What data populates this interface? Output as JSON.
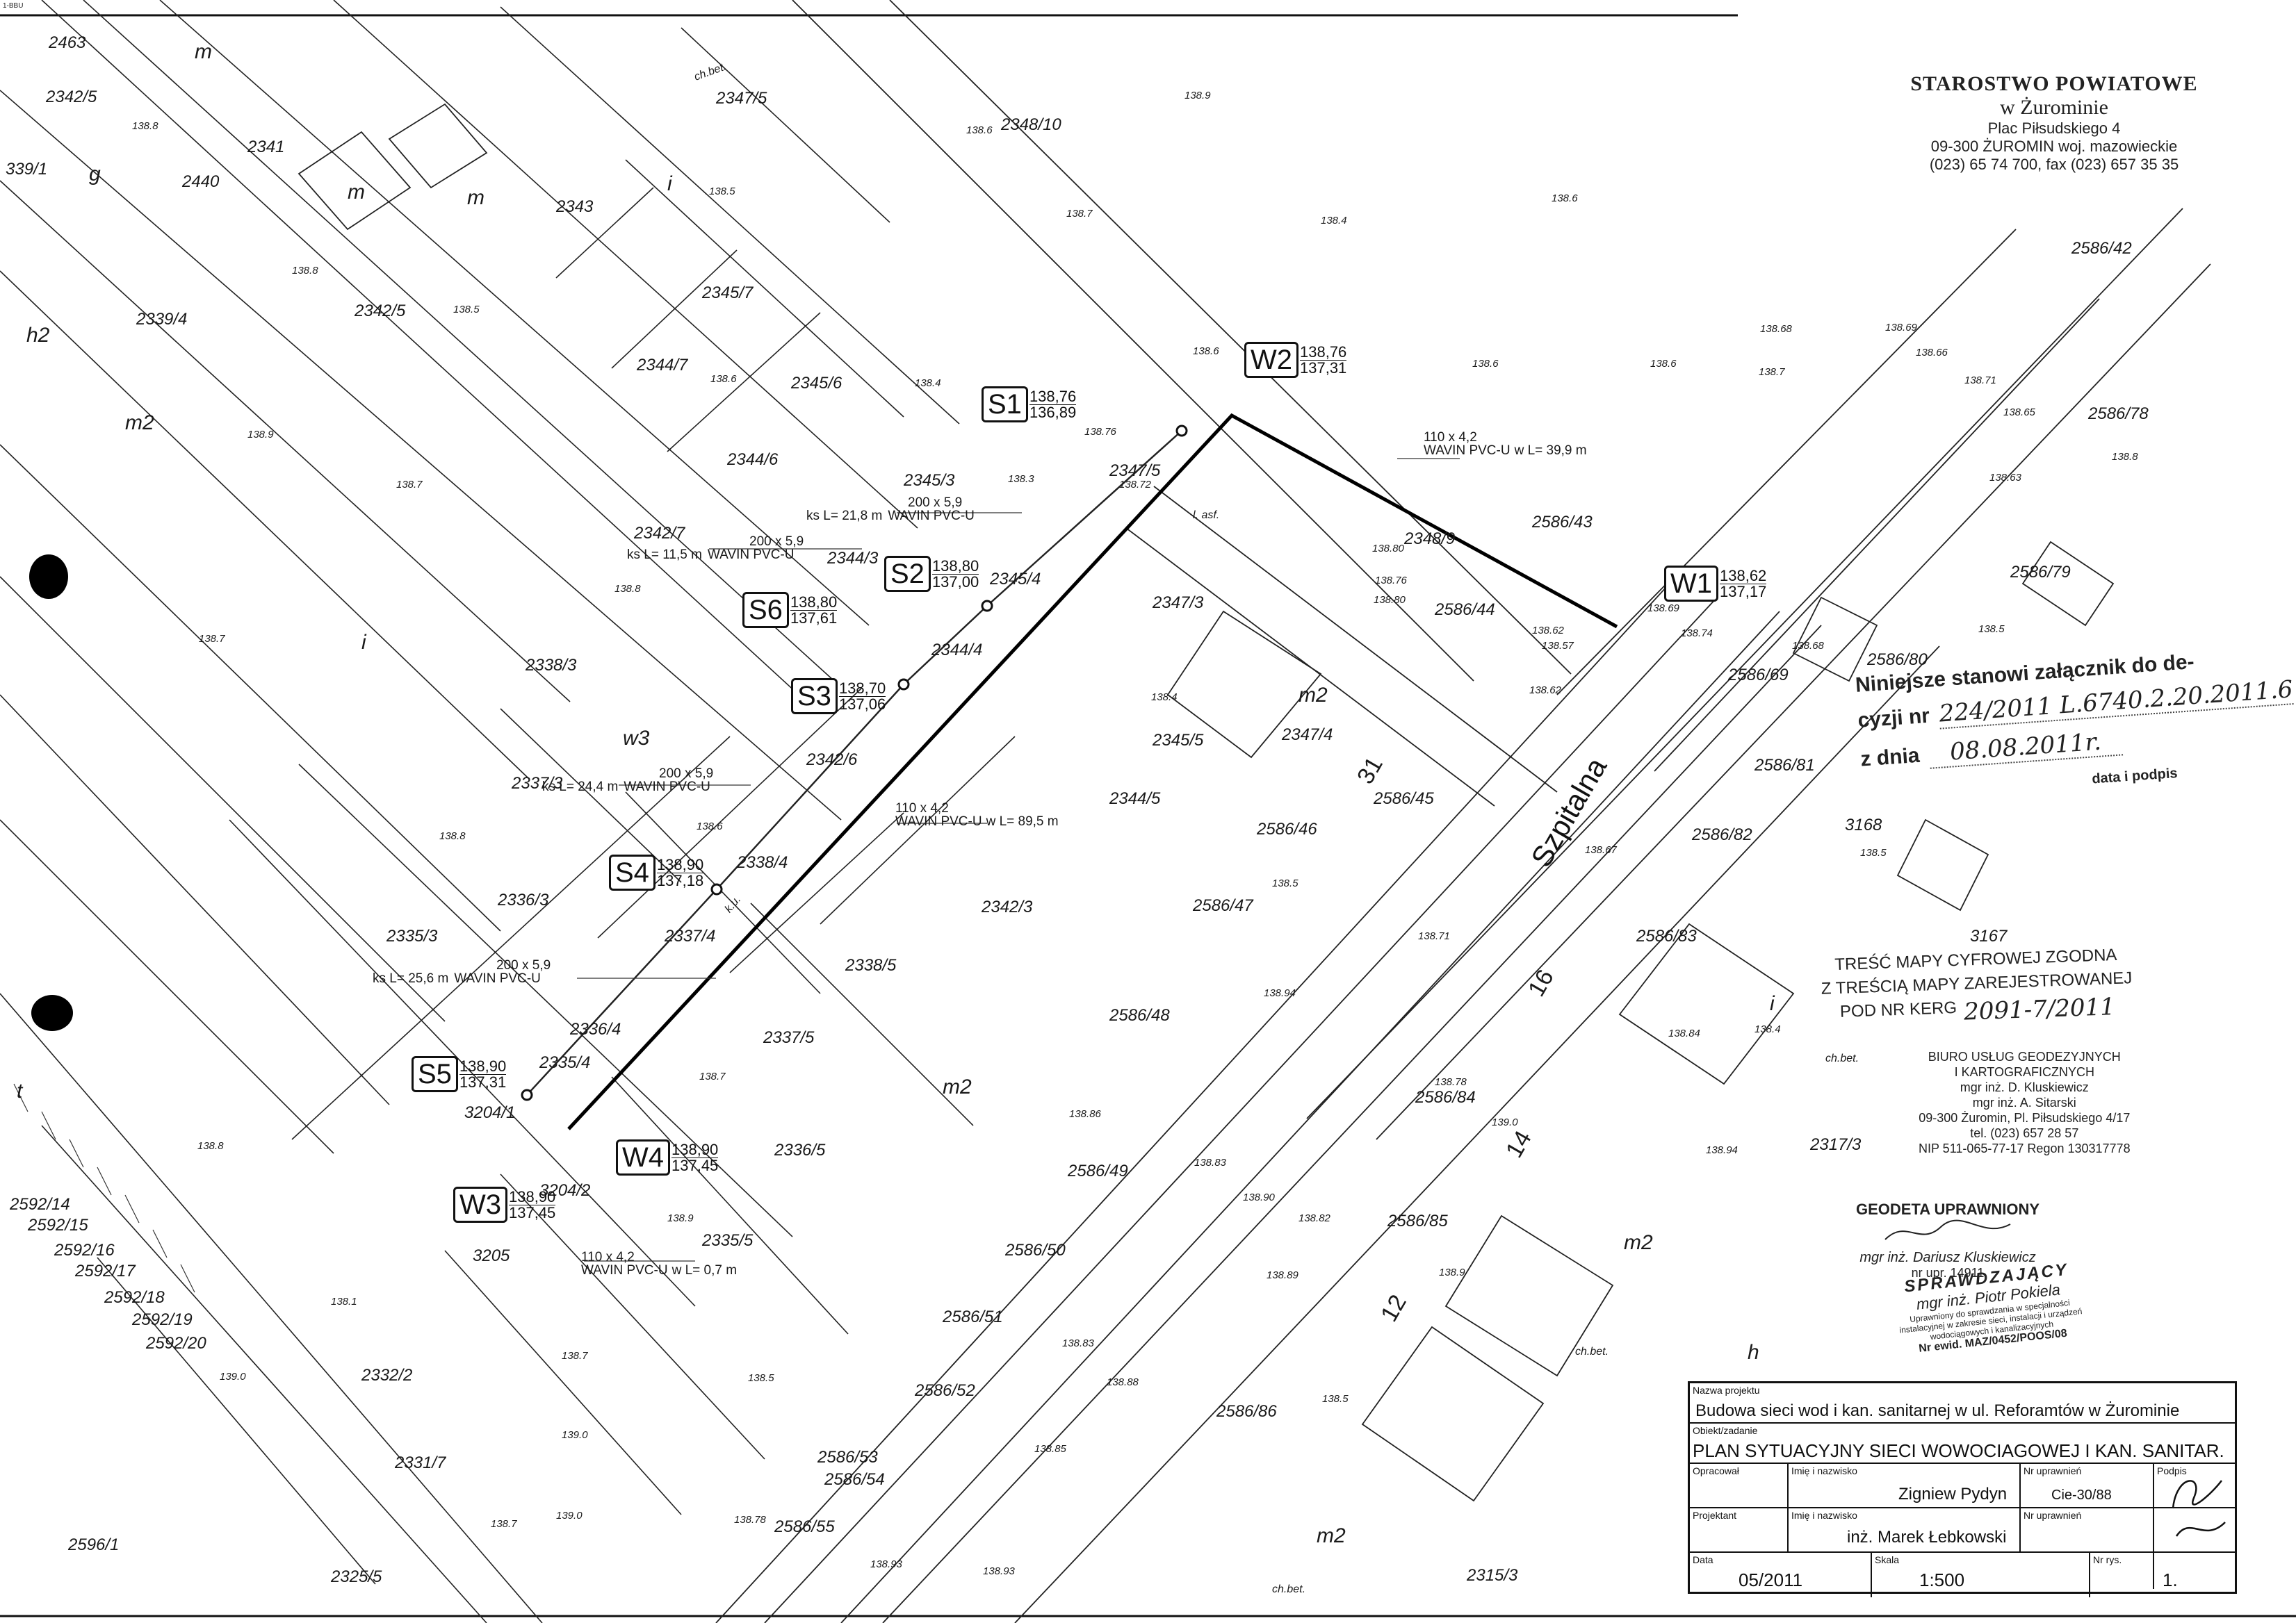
{
  "sheet_corner": "1-BBU",
  "parcels": {
    "p2463": "2463",
    "p2342_5a": "2342/5",
    "p2341": "2341",
    "p2440": "2440",
    "p339_1": "339/1",
    "p2343": "2343",
    "p2339_4": "2339/4",
    "p2342_5b": "2342/5",
    "p2345_7": "2345/7",
    "p2347_5a": "2347/5",
    "p2348_10": "2348/10",
    "p2344_7": "2344/7",
    "p2345_6": "2345/6",
    "p2344_6": "2344/6",
    "p2345_3": "2345/3",
    "p2347_5b": "2347/5",
    "p2342_7": "2342/7",
    "p2344_3": "2344/3",
    "p2345_4": "2345/4",
    "p2344_4": "2344/4",
    "p2338_3": "2338/3",
    "p2342_6": "2342/6",
    "p2337_3": "2337/3",
    "p2338_4": "2338/4",
    "p2336_3": "2336/3",
    "p2337_4": "2337/4",
    "p2335_3": "2335/3",
    "p2336_4": "2336/4",
    "p2335_4": "2335/4",
    "p3204_1": "3204/1",
    "p3204_2": "3204/2",
    "p3205": "3205",
    "p2332_2": "2332/2",
    "p2331_7": "2331/7",
    "p2325_5": "2325/5",
    "p2596_1": "2596/1",
    "p2592_14": "2592/14",
    "p2592_15": "2592/15",
    "p2592_16": "2592/16",
    "p2592_17": "2592/17",
    "p2592_18": "2592/18",
    "p2592_19": "2592/19",
    "p2592_20": "2592/20",
    "p2347_3": "2347/3",
    "p2348_9": "2348/9",
    "p2586_43": "2586/43",
    "p2586_44": "2586/44",
    "p2345_5": "2345/5",
    "p2347_4": "2347/4",
    "p2344_5": "2344/5",
    "p2342_3": "2342/3",
    "p2338_5": "2338/5",
    "p2337_5": "2337/5",
    "p2336_5": "2336/5",
    "p2335_5": "2335/5",
    "p2586_45": "2586/45",
    "p2586_46": "2586/46",
    "p2586_47": "2586/47",
    "p2586_48": "2586/48",
    "p2586_49": "2586/49",
    "p2586_50": "2586/50",
    "p2586_51": "2586/51",
    "p2586_52": "2586/52",
    "p2586_53": "2586/53",
    "p2586_54": "2586/54",
    "p2586_55": "2586/55",
    "p2586_84": "2586/84",
    "p2586_85": "2586/85",
    "p2586_86": "2586/86",
    "p2586_42": "2586/42",
    "p2586_78": "2586/78",
    "p2586_79": "2586/79",
    "p2586_80": "2586/80",
    "p2586_69": "2586/69",
    "p2586_81": "2586/81",
    "p2586_82": "2586/82",
    "p2586_83": "2586/83",
    "p2317_3": "2317/3",
    "p2315_3": "2315/3",
    "p3168": "3168",
    "p3167": "3167"
  },
  "land_use": {
    "m1": "m",
    "m2": "m",
    "m3": "m",
    "m2a": "m2",
    "m2b": "m2",
    "m2c": "m2",
    "m2d": "m2",
    "m2e": "m2",
    "h2": "h2",
    "w3": "w3",
    "i1": "i",
    "i2": "i",
    "i3": "i",
    "g": "g",
    "h": "h",
    "t": "t"
  },
  "elevations": {
    "e1": "138.8",
    "e2": "138.5",
    "e3": "138.6",
    "e4": "138.9",
    "e5": "138.7",
    "e6": "138.4",
    "e7": "138.3",
    "e8": "138.76",
    "e9": "138.72",
    "e10": "138.68",
    "e11": "138.66",
    "e12": "138.71",
    "e13": "138.65",
    "e14": "138.63",
    "e15": "138.62",
    "e16": "138.57",
    "e17": "138.60",
    "e18": "138.74",
    "e19": "138.67",
    "e20": "138.69",
    "e21": "139.0",
    "e22": "138.1",
    "e23": "138.89",
    "e24": "138.82",
    "e25": "138.83",
    "e26": "138.90",
    "e27": "138.88",
    "e28": "138.85",
    "e29": "138.94",
    "e30": "138.86",
    "e31": "138.78",
    "e32": "138.93",
    "e33": "138.84",
    "e34": "138.91",
    "e35": "138.80"
  },
  "nodes": [
    {
      "id": "W2",
      "top": "138,76",
      "bottom": "137,31"
    },
    {
      "id": "S1",
      "top": "138,76",
      "bottom": "136,89"
    },
    {
      "id": "S2",
      "top": "138,80",
      "bottom": "137,00"
    },
    {
      "id": "S6",
      "top": "138,80",
      "bottom": "137,61"
    },
    {
      "id": "S3",
      "top": "138,70",
      "bottom": "137,06"
    },
    {
      "id": "W1",
      "top": "138,62",
      "bottom": "137,17"
    },
    {
      "id": "S4",
      "top": "138,90",
      "bottom": "137,18"
    },
    {
      "id": "S5",
      "top": "138,90",
      "bottom": "137,31"
    },
    {
      "id": "W4",
      "top": "138,90",
      "bottom": "137,45"
    },
    {
      "id": "W3",
      "top": "138,90",
      "bottom": "137,45"
    }
  ],
  "pipes": [
    {
      "size": "110 x 4,2",
      "material": "WAVIN PVC-U",
      "length": "w L= 39,9 m"
    },
    {
      "size": "200 x 5,9",
      "material": "WAVIN PVC-U",
      "length": "ks L= 21,8 m"
    },
    {
      "size": "200 x 5,9",
      "material": "WAVIN PVC-U",
      "length": "ks L= 11,5 m"
    },
    {
      "size": "200 x 5,9",
      "material": "WAVIN PVC-U",
      "length": "ks L= 24,4 m"
    },
    {
      "size": "110 x 4,2",
      "material": "WAVIN PVC-U",
      "length": "w L= 89,5 m"
    },
    {
      "size": "200 x 5,9",
      "material": "WAVIN PVC-U",
      "length": "ks L= 25,6 m"
    },
    {
      "size": "110 x 4,2",
      "material": "WAVIN PVC-U",
      "length": "w L= 0,7 m"
    }
  ],
  "streets": {
    "szpitalna": "Szpitalna",
    "n31": "31",
    "n16": "16",
    "n14": "14",
    "n12": "12"
  },
  "line_codes": {
    "chbet1": "ch.bet.",
    "chbet2": "ch.bet.",
    "chbet3": "ch.bet.",
    "chbet4": "ch.bet.",
    "lasf": "l. asf.",
    "ku": "k.u."
  },
  "stamp_starostwo": {
    "line1": "STAROSTWO POWIATOWE",
    "line2": "w Żurominie",
    "line3": "Plac Piłsudskiego 4",
    "line4": "09-300 ŻUROMIN woj. mazowieckie",
    "line5": "(023) 65 74 700, fax (023) 657 35 35"
  },
  "attachment_note": {
    "line1": "Niniejsze stanowi załącznik do de-",
    "line2_prefix": "cyzji nr",
    "line2_hand": "224/2011 L.6740.2.20.2011.6",
    "line3_prefix": "z dnia",
    "line3_hand": "08.08.2011r.",
    "caption": "data i podpis"
  },
  "stamp_zgodna": {
    "line1": "TREŚĆ MAPY CYFROWEJ ZGODNA",
    "line2": "Z TREŚCIĄ MAPY ZAREJESTROWANEJ",
    "line3_prefix": "POD NR KERG",
    "line3_hand": "2091-7/2011"
  },
  "stamp_geodeta": {
    "company1": "BIURO USŁUG GEODEZYJNYCH",
    "company2": "I KARTOGRAFICZNYCH",
    "names1": "mgr inż. D. Kluskiewicz",
    "names2": "mgr inż. A. Sitarski",
    "address": "09-300 Żuromin, Pl. Piłsudskiego 4/17",
    "phone": "tel. (023) 657 28 57",
    "nip": "NIP 511-065-77-17 Regon 130317778",
    "title": "GEODETA UPRAWNIONY",
    "name": "mgr inż. Dariusz Kluskiewicz",
    "license": "nr upr. 14911"
  },
  "stamp_sprawdzajacy": {
    "title": "SPRAWDZAJĄCY",
    "name": "mgr inż. Piotr Pokiela",
    "line3": "Uprawniony do sprawdzania w specjalności",
    "line4": "instalacyjnej w zakresie sieci, instalacji i urządzeń",
    "line5": "wodociągowych i kanalizacyjnych",
    "license": "Nr ewid. MAZ/0452/POOS/08"
  },
  "title_block": {
    "project_caption": "Nazwa projektu",
    "project_name": "Budowa sieci wod i kan. sanitarnej w ul. Reforamtów w Żurominie",
    "object_caption": "Obiekt/zadanie",
    "object_name": "PLAN SYTUACYJNY SIECI WOWOCIAGOWEJ I KAN. SANITAR.",
    "drafter_caption": "Opracował",
    "name_caption_1": "Imię i nazwisko",
    "license_caption_1": "Nr uprawnień",
    "sign_caption_1": "Podpis",
    "drafter_name": "Zigniew Pydyn",
    "drafter_license": "Cie-30/88",
    "designer_caption": "Projektant",
    "name_caption_2": "Imię i nazwisko",
    "license_caption_2": "Nr uprawnień",
    "designer_name": "inż. Marek Łebkowski",
    "date_caption": "Data",
    "scale_caption": "Skala",
    "sheet_caption": "Nr rys.",
    "date": "05/2011",
    "scale": "1:500",
    "sheet_no": "1."
  }
}
